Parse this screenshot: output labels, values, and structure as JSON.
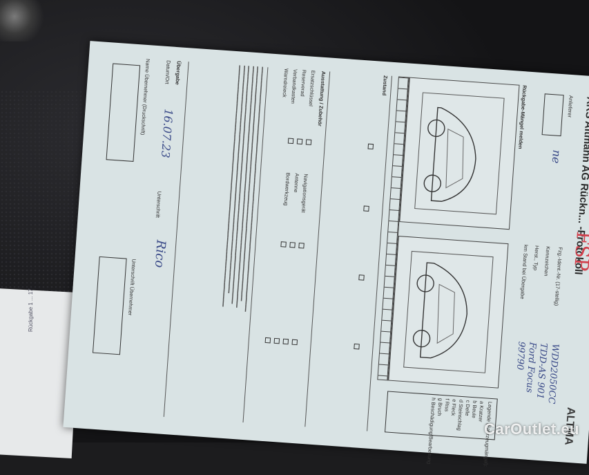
{
  "document": {
    "title": "ARS Altmann AG   Rückn... -Protokoll",
    "brand": "ALTMA",
    "handwritten_fsp": "FSP",
    "fields": {
      "anlieferer_label": "Anlieferer",
      "anlieferer_value": "ne",
      "fzg_ident_label": "Fzg.-Ident.-Nr. (17-stellig)",
      "fzg_ident_value": "WDD2050CC",
      "kennzeichen_label": "Kennzeichen",
      "kennzeichen_value": "TDD-AS 901",
      "hersteller_label": "Herst., Typ",
      "hersteller_value": "Ford Focus",
      "km_label": "km Stand bei Übergabe",
      "km_value": "99790"
    },
    "section_headers": [
      "Rückgabe-Mängel melden",
      "Ausstattung / Zubehör",
      "Zustand",
      "Übergabe"
    ],
    "legend": [
      "Legende (Fahrzeugmängel):",
      "a Kratzer",
      "b Beule",
      "c Delle",
      "d Steinschlag",
      "e Fleck",
      "f Riss",
      "g Bruch",
      "h Beschädigung/Bearbeitung"
    ],
    "date_value": "16.07.23",
    "signature_value": "Rico",
    "left_labels": [
      "Ersatzschlüssel",
      "Reserverad",
      "Verbandkasten",
      "Warndreieck",
      "Navigationsgerät",
      "Antenne",
      "Bordwerkzeug"
    ],
    "bottom_labels": [
      "Datum/Ort",
      "Unterschrift",
      "Name Übernehmer (Druckschrift)",
      "Unterschrift Übernehmer"
    ]
  },
  "under_paper_text": "Rückgabe 1  ... 17",
  "watermark": "CarOutlet.eu"
}
